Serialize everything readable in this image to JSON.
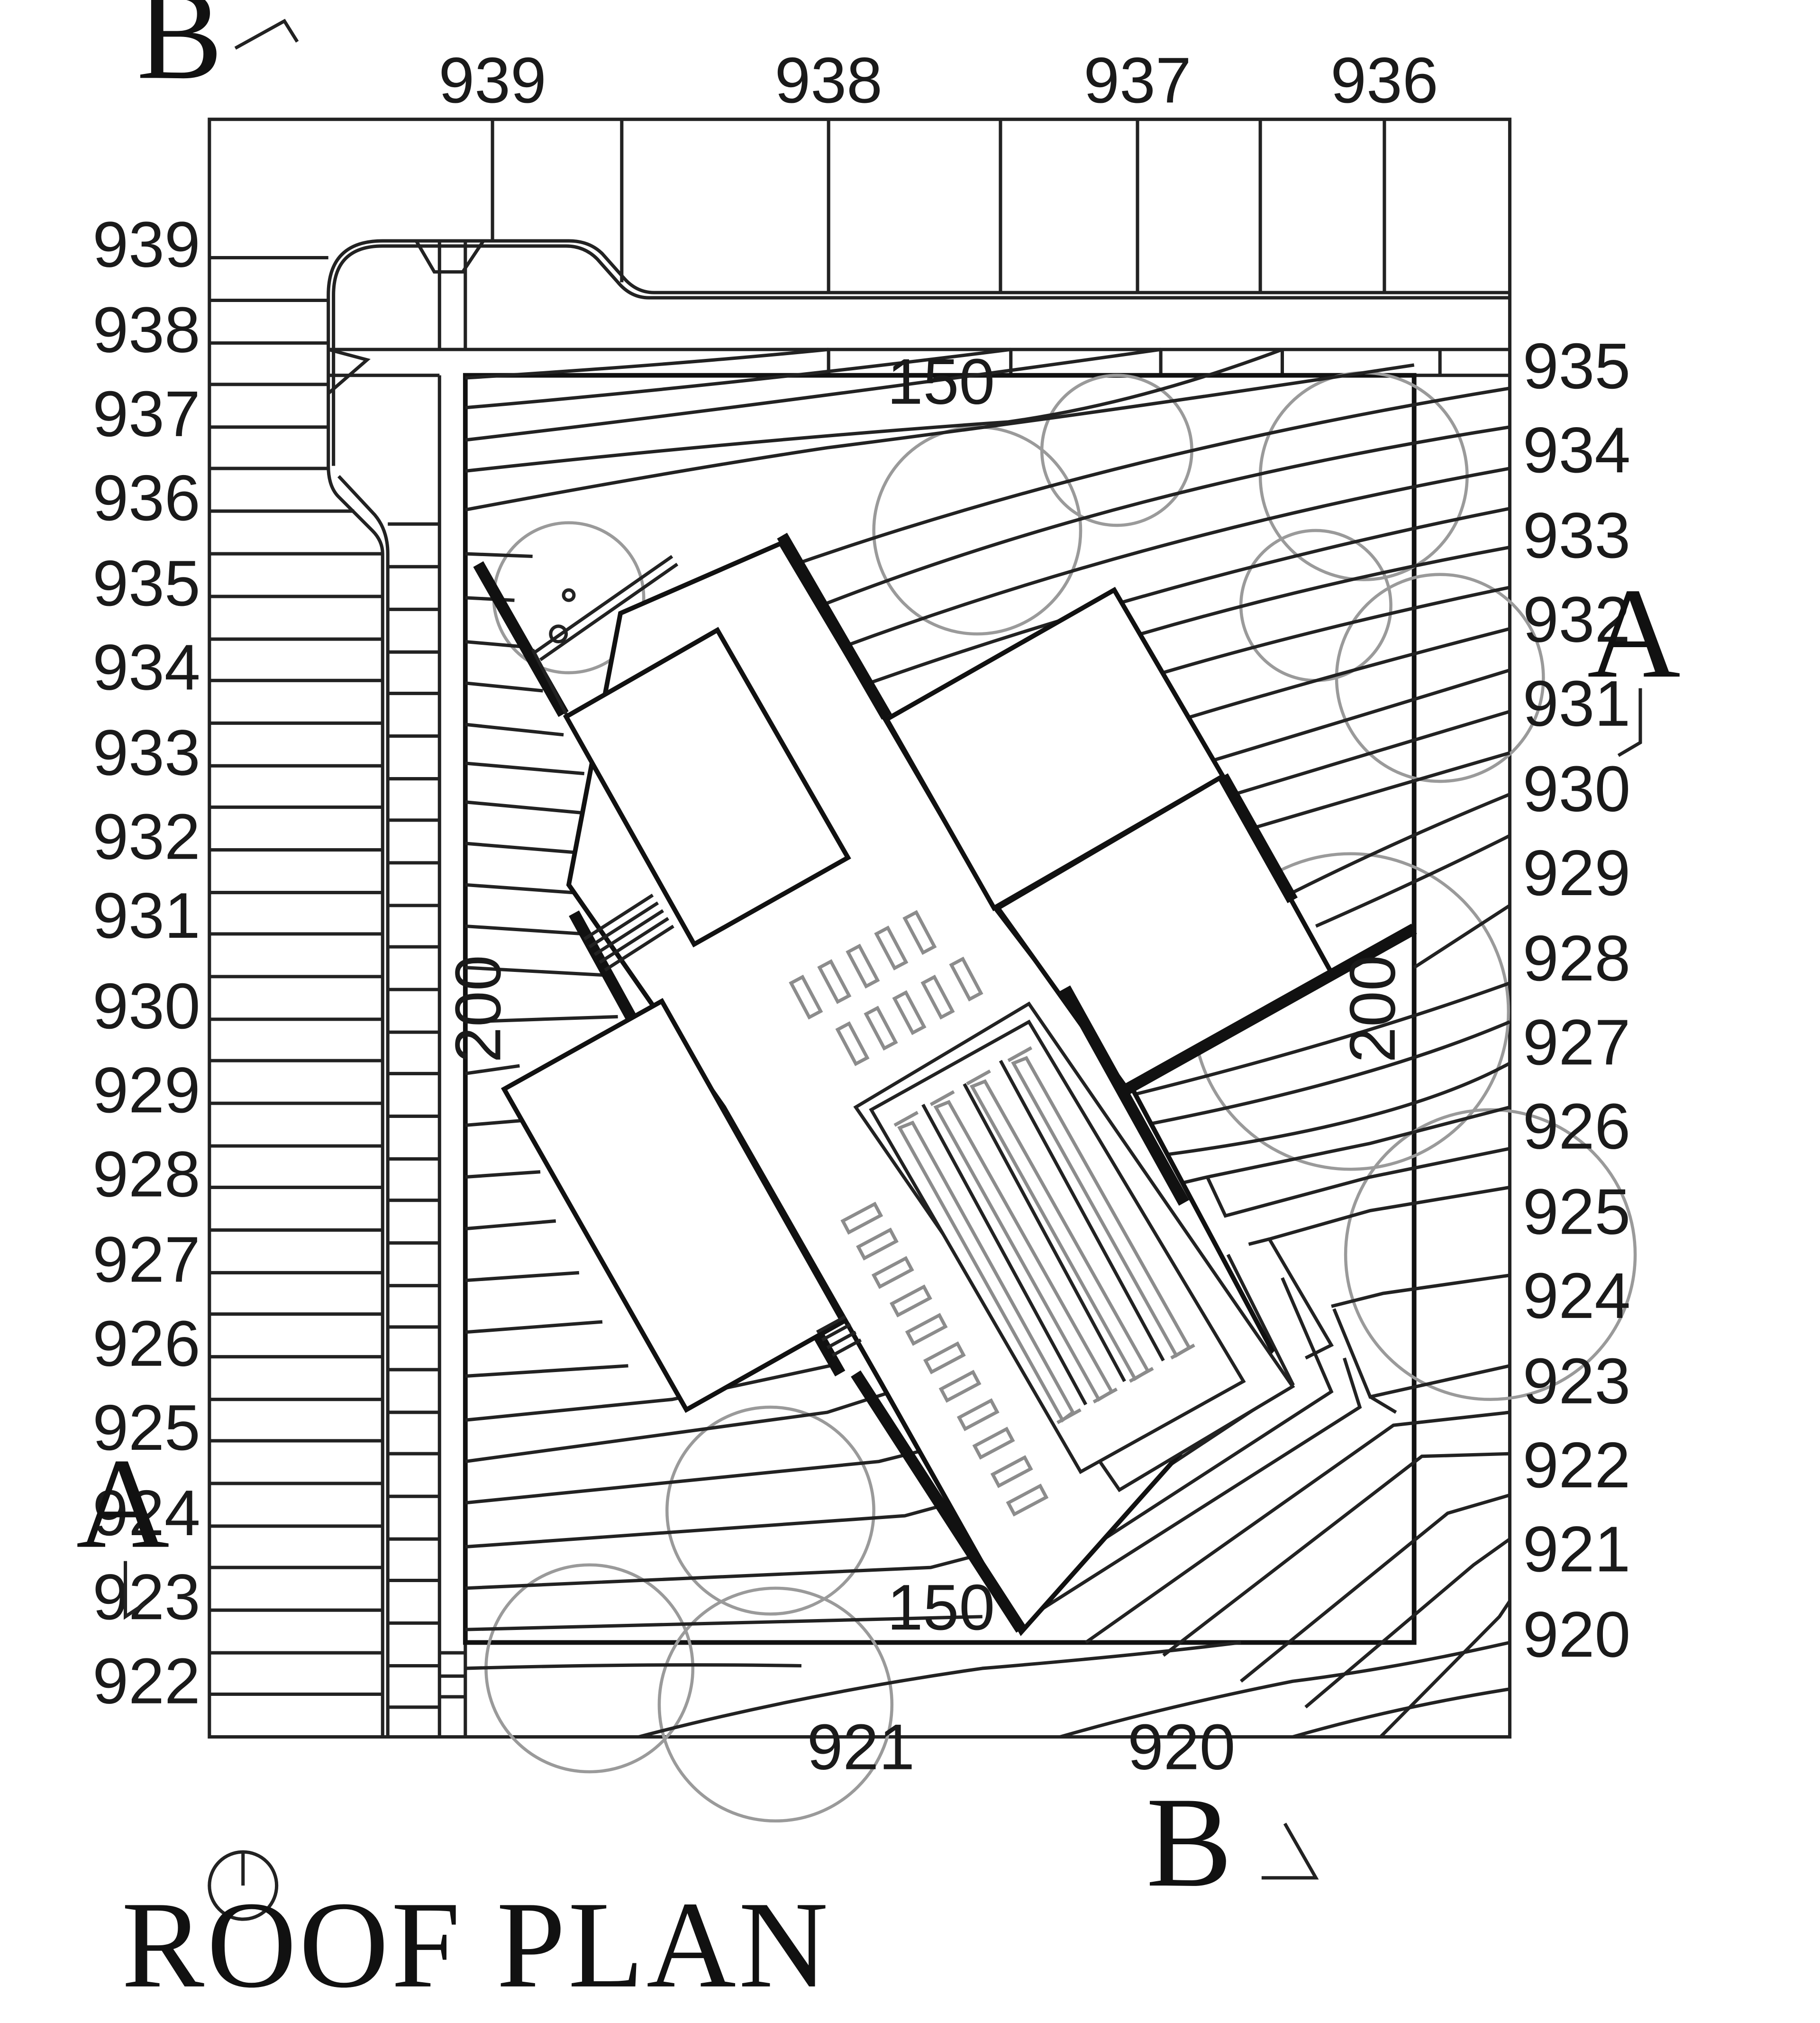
{
  "title": "ROOF PLAN",
  "section_markers": {
    "a_left": "A",
    "a_right": "A",
    "b_top": "B",
    "b_bottom": "B"
  },
  "contours": {
    "top": [
      "939",
      "938",
      "937",
      "936"
    ],
    "left": [
      "939",
      "938",
      "937",
      "936",
      "935",
      "934",
      "933",
      "932",
      "931",
      "930",
      "929",
      "928",
      "927",
      "926",
      "925",
      "924",
      "923",
      "922"
    ],
    "right": [
      "935",
      "934",
      "933",
      "932",
      "931",
      "930",
      "929",
      "928",
      "927",
      "926",
      "925",
      "924",
      "923",
      "922",
      "921",
      "920"
    ],
    "bottom": [
      "921",
      "920"
    ]
  },
  "dimensions": {
    "top": "150",
    "bottom": "150",
    "left": "200",
    "right": "200"
  },
  "icons": {
    "north": "north-arrow-icon"
  }
}
